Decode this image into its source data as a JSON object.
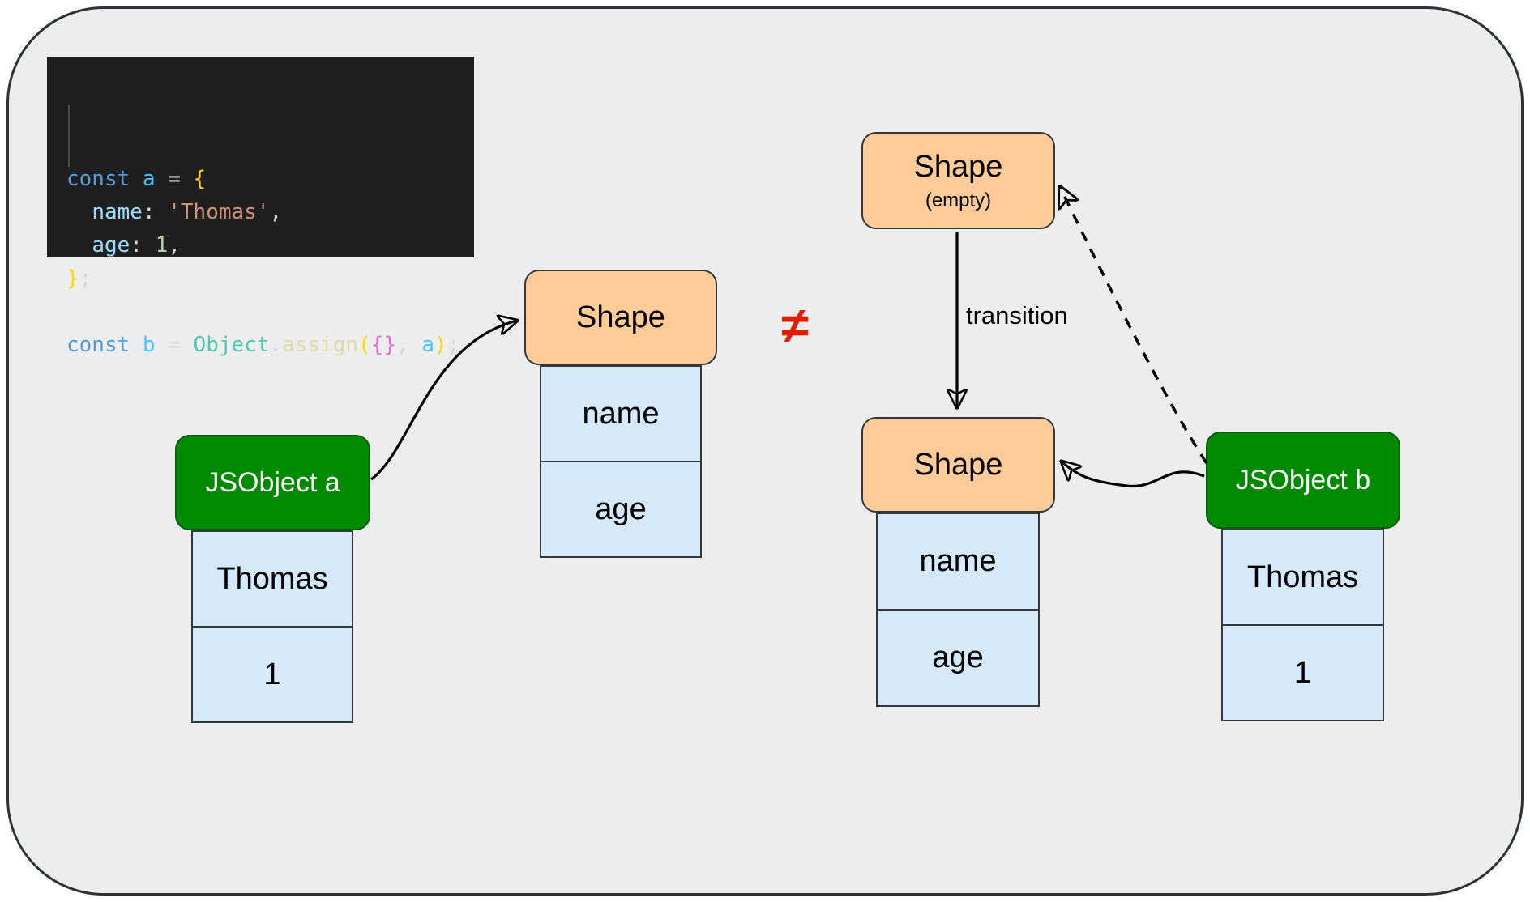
{
  "code": {
    "background": "#1F1F1F",
    "palette": {
      "keyword": "#569CD6",
      "variable": "#4FC1FF",
      "property": "#9CDCFE",
      "string": "#CE9178",
      "number": "#B5CEA8",
      "punct": "#D4D4D4",
      "bracket1": "#FFD700",
      "bracket2": "#DA70D6",
      "class": "#4EC9B0",
      "method": "#DCDCAA"
    },
    "lines": [
      [
        {
          "text": "const ",
          "color": "keyword"
        },
        {
          "text": "a",
          "color": "variable"
        },
        {
          "text": " = ",
          "color": "punct"
        },
        {
          "text": "{",
          "color": "bracket1"
        }
      ],
      [
        {
          "text": "  ",
          "color": "punct"
        },
        {
          "text": "name",
          "color": "property"
        },
        {
          "text": ": ",
          "color": "punct"
        },
        {
          "text": "'Thomas'",
          "color": "string"
        },
        {
          "text": ",",
          "color": "punct"
        }
      ],
      [
        {
          "text": "  ",
          "color": "punct"
        },
        {
          "text": "age",
          "color": "property"
        },
        {
          "text": ": ",
          "color": "punct"
        },
        {
          "text": "1",
          "color": "number"
        },
        {
          "text": ",",
          "color": "punct"
        }
      ],
      [
        {
          "text": "}",
          "color": "bracket1"
        },
        {
          "text": ";",
          "color": "punct"
        }
      ],
      [],
      [
        {
          "text": "const ",
          "color": "keyword"
        },
        {
          "text": "b",
          "color": "variable"
        },
        {
          "text": " = ",
          "color": "punct"
        },
        {
          "text": "Object",
          "color": "class"
        },
        {
          "text": ".",
          "color": "punct"
        },
        {
          "text": "assign",
          "color": "method"
        },
        {
          "text": "(",
          "color": "bracket1"
        },
        {
          "text": "{}",
          "color": "bracket2"
        },
        {
          "text": ", ",
          "color": "punct"
        },
        {
          "text": "a",
          "color": "variable"
        },
        {
          "text": ")",
          "color": "bracket1"
        },
        {
          "text": ";",
          "color": "punct"
        }
      ]
    ]
  },
  "diagram": {
    "colors": {
      "panel_background": "#EDEDED",
      "panel_border": "#2E3235",
      "shape_fill": "#FFCC99",
      "field_fill": "#D6E9FB",
      "jsobject_fill": "#008A00",
      "box_border": "#33383B",
      "inequality_red": "#E01C02",
      "arrow": "#000000"
    },
    "shape_a": {
      "title": "Shape",
      "fields": [
        "name",
        "age"
      ]
    },
    "jsobject_a": {
      "title": "JSObject a",
      "values": [
        "Thomas",
        "1"
      ]
    },
    "inequality": "≠",
    "shape_empty": {
      "title": "Shape",
      "subtitle": "(empty)"
    },
    "transition_label": "transition",
    "shape_b": {
      "title": "Shape",
      "fields": [
        "name",
        "age"
      ]
    },
    "jsobject_b": {
      "title": "JSObject b",
      "values": [
        "Thomas",
        "1"
      ]
    }
  }
}
